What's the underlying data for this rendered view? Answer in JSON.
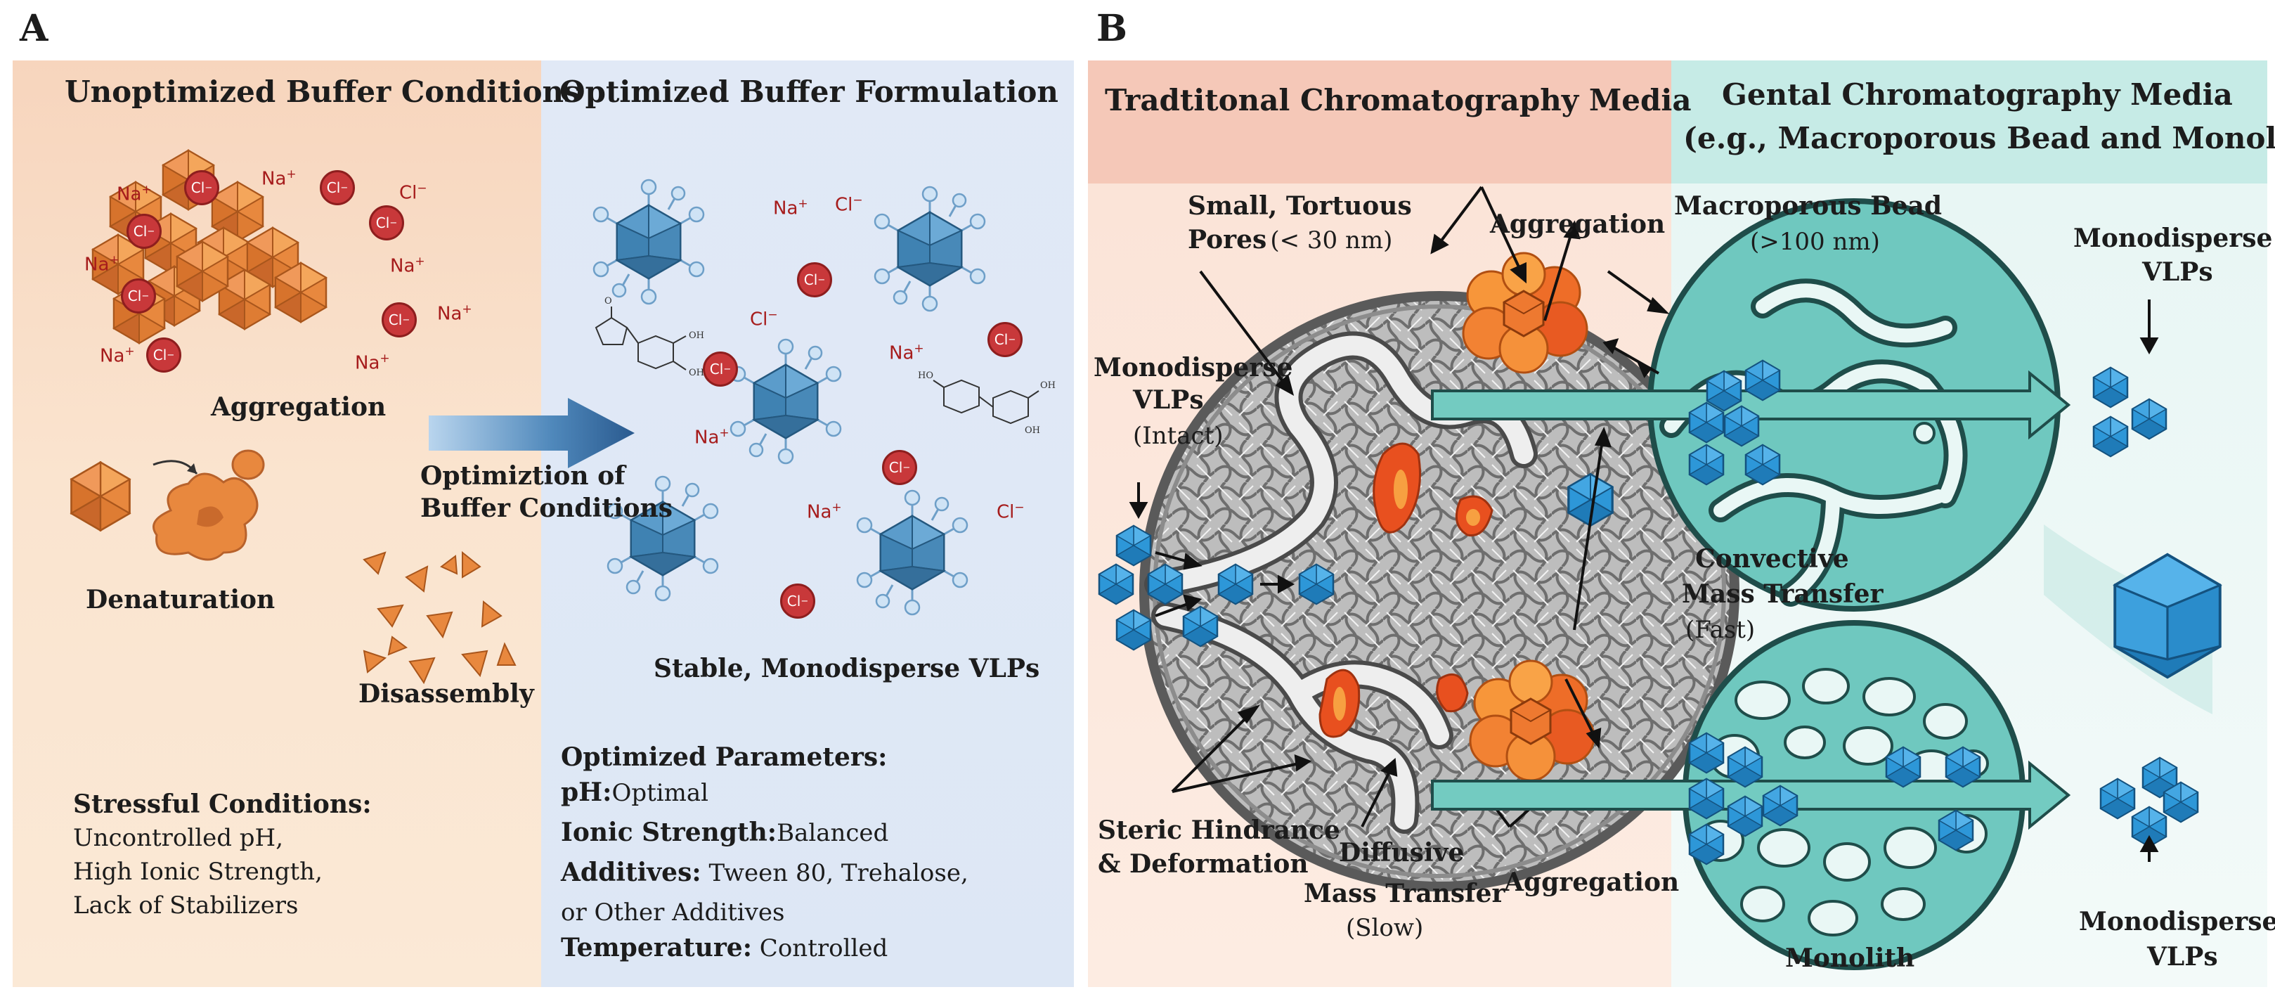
{
  "panelA": {
    "letter": "A",
    "left_title": "Unoptimized Buffer Conditions",
    "right_title": "Optimized Buffer Formulation",
    "aggregation": "Aggregation",
    "denaturation": "Denaturation",
    "disassembly": "Disassembly",
    "arrow_label_1": "Optimiztion of",
    "arrow_label_2": "Buffer Conditions",
    "stable_label": "Stable, Monodisperse VLPs",
    "stress": {
      "title": "Stressful Conditions:",
      "lines": [
        "Uncontrolled pH,",
        "High Ionic Strength,",
        "Lack of Stabilizers"
      ]
    },
    "params": {
      "title": "Optimized Parameters:",
      "ph_key": "pH:",
      "ph_val": "Optimal",
      "ionic_key": "Ionic Strength:",
      "ionic_val": "Balanced",
      "add_key": "Additives:",
      "add_val": " Tween 80, Trehalose,",
      "add_val2": "or Other Additives",
      "temp_key": "Temperature:",
      "temp_val": " Controlled"
    },
    "ions": {
      "na": "Na",
      "plus": "+",
      "cl": "Cl",
      "minus": "−"
    }
  },
  "panelB": {
    "letter": "B",
    "left_title": "Tradtitonal Chromatography Media",
    "right_title_1": "Gental Chromatography Media",
    "right_title_2": "(e.g., Macroporous Bead and Monolith)",
    "small_pores_1": "Small, Tortuous",
    "small_pores_2": "Pores",
    "small_pores_3": "(< 30 nm)",
    "aggregation_top": "Aggregation",
    "aggregation_bottom": "Aggregation",
    "mono_left_1": "Monodisperse",
    "mono_left_2": "VLPs",
    "mono_left_3": "(Intact)",
    "steric_1": "Steric Hindrance",
    "steric_2": "& Deformation",
    "diffusive_1": "Diffusive",
    "diffusive_2": "Mass Transfer",
    "diffusive_3": "(Slow)",
    "macro_1": "Macroporous Bead",
    "macro_2": "(>100 nm)",
    "mono_tr_1": "Monodisperse",
    "mono_tr_2": "VLPs",
    "convective_1": "Convective",
    "convective_2": "Mass Transfer",
    "convective_3": "(Fast)",
    "monolith": "Monolith",
    "mono_br_1": "Monodisperse",
    "mono_br_2": "VLPs"
  },
  "colors": {
    "orange_bg": "#f9dcc4",
    "blue_bg": "#dfe8f6",
    "pink_header": "#f6c9bb",
    "teal_header": "#c6ebe6",
    "teal": "#6cc6bd",
    "vlp_blue": "#3a9ad6",
    "aggregate_orange": "#f08a3a",
    "chloride_red": "#c8383a"
  }
}
